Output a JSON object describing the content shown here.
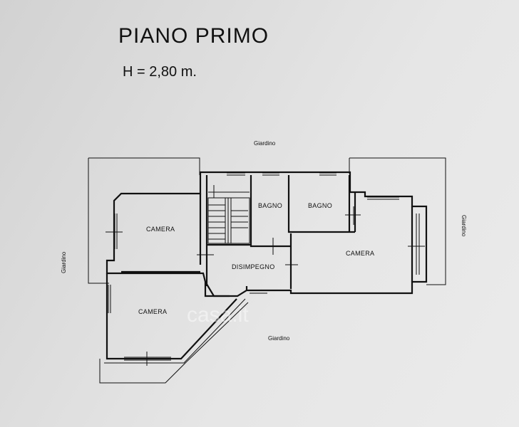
{
  "header": {
    "title": "PIANO PRIMO",
    "height_label": "H = 2,80 m."
  },
  "rooms": {
    "camera_left_top": "CAMERA",
    "camera_left_bottom": "CAMERA",
    "camera_right": "CAMERA",
    "bagno_1": "BAGNO",
    "bagno_2": "BAGNO",
    "disimpegno": "DISIMPEGNO"
  },
  "outside": {
    "top": "Giardino",
    "left": "Giardino",
    "right": "Giardino",
    "bottom": "Giardino"
  },
  "watermark": "casa.it"
}
